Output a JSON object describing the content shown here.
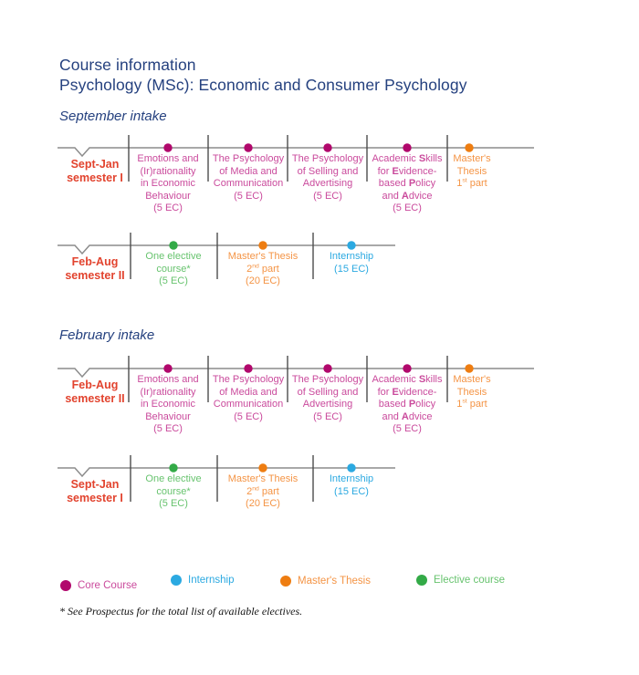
{
  "title": {
    "line1": "Course information",
    "line2": "Psychology (MSc): Economic and Consumer Psychology"
  },
  "sections": [
    {
      "heading": "September intake",
      "rows": [
        {
          "semester_label": [
            "Sept-Jan",
            "semester I"
          ],
          "items": [
            {
              "type": "core",
              "lines": [
                "Emotions and",
                "(Ir)rationality",
                "in Economic",
                "Behaviour",
                "(5 EC)"
              ]
            },
            {
              "type": "core",
              "lines": [
                "The Psychology",
                "of Media and",
                "Communication",
                "(5 EC)"
              ]
            },
            {
              "type": "core",
              "lines": [
                "The Psychology",
                "of Selling and",
                "Advertising",
                "(5 EC)"
              ]
            },
            {
              "type": "core",
              "lines": [
                "Academic *S*kills",
                "for *E*vidence-",
                "based *P*olicy",
                "and *A*dvice",
                "(5 EC)"
              ]
            },
            {
              "type": "thesis",
              "lines": [
                "Master's",
                "Thesis",
                "1^st^ part"
              ]
            }
          ]
        },
        {
          "semester_label": [
            "Feb-Aug",
            "semester II"
          ],
          "items": [
            {
              "type": "elective",
              "lines": [
                "One elective",
                "course*",
                "(5 EC)"
              ]
            },
            {
              "type": "thesis",
              "lines": [
                "Master's Thesis",
                "2^nd^ part",
                "(20 EC)"
              ]
            },
            {
              "type": "internship",
              "lines": [
                "Internship",
                "(15 EC)"
              ]
            }
          ]
        }
      ]
    },
    {
      "heading": "February intake",
      "rows": [
        {
          "semester_label": [
            "Feb-Aug",
            "semester II"
          ],
          "items": [
            {
              "type": "core",
              "lines": [
                "Emotions and",
                "(Ir)rationality",
                "in Economic",
                "Behaviour",
                "(5 EC)"
              ]
            },
            {
              "type": "core",
              "lines": [
                "The Psychology",
                "of Media and",
                "Communication",
                "(5 EC)"
              ]
            },
            {
              "type": "core",
              "lines": [
                "The Psychology",
                "of Selling and",
                "Advertising",
                "(5 EC)"
              ]
            },
            {
              "type": "core",
              "lines": [
                "Academic *S*kills",
                "for *E*vidence-",
                "based *P*olicy",
                "and *A*dvice",
                "(5 EC)"
              ]
            },
            {
              "type": "thesis",
              "lines": [
                "Master's",
                "Thesis",
                "1^st^ part"
              ]
            }
          ]
        },
        {
          "semester_label": [
            "Sept-Jan",
            "semester I"
          ],
          "items": [
            {
              "type": "elective",
              "lines": [
                "One elective",
                "course*",
                "(5 EC)"
              ]
            },
            {
              "type": "thesis",
              "lines": [
                "Master's Thesis",
                "2^nd^ part",
                "(20 EC)"
              ]
            },
            {
              "type": "internship",
              "lines": [
                "Internship",
                "(15 EC)"
              ]
            }
          ]
        }
      ]
    }
  ],
  "legend": [
    {
      "type": "core",
      "label": "Core Course"
    },
    {
      "type": "internship",
      "label": "Internship"
    },
    {
      "type": "thesis",
      "label": "Master's Thesis"
    },
    {
      "type": "elective",
      "label": "Elective course"
    }
  ],
  "footnote": "* See Prospectus for the total list of available electives.",
  "colors": {
    "title_blue": "#25417f",
    "intake_heading_blue": "#25417f",
    "semester_red": "#e2432e",
    "core_dot": "#b1086c",
    "core_text": "#ca4a9c",
    "internship": "#2ba9e1",
    "thesis_dot": "#ee7d11",
    "thesis_text": "#f49445",
    "elective_dot": "#33aa47",
    "elective_text": "#67c36e",
    "axis_line": "#8c8c8c",
    "tick": "#4c4c4c",
    "footnote_text": "#111111"
  }
}
